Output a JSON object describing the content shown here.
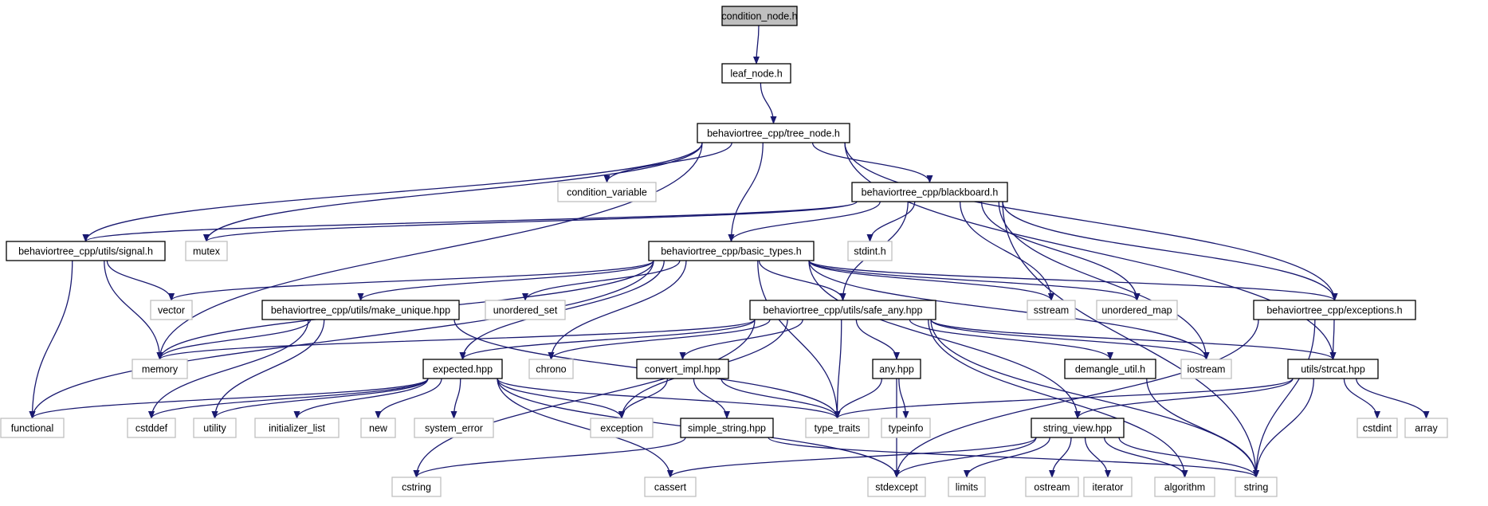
{
  "colors": {
    "edge": "#191970",
    "root_fill": "#bfbfbf",
    "project_border": "#000000",
    "external_border": "#bfbfbf",
    "external_text": "#404040"
  },
  "nodes": {
    "condition_node_h": {
      "label": "condition_node.h",
      "kind": "root"
    },
    "leaf_node_h": {
      "label": "leaf_node.h",
      "kind": "project"
    },
    "tree_node_h": {
      "label": "behaviortree_cpp/tree_node.h",
      "kind": "project"
    },
    "condition_variable": {
      "label": "condition_variable",
      "kind": "external"
    },
    "blackboard_h": {
      "label": "behaviortree_cpp/blackboard.h",
      "kind": "project"
    },
    "signal_h": {
      "label": "behaviortree_cpp/utils/signal.h",
      "kind": "project"
    },
    "mutex": {
      "label": "mutex",
      "kind": "external"
    },
    "basic_types_h": {
      "label": "behaviortree_cpp/basic_types.h",
      "kind": "project"
    },
    "stdint_h": {
      "label": "stdint.h",
      "kind": "external"
    },
    "vector": {
      "label": "vector",
      "kind": "external"
    },
    "make_unique_hpp": {
      "label": "behaviortree_cpp/utils/make_unique.hpp",
      "kind": "project"
    },
    "unordered_set": {
      "label": "unordered_set",
      "kind": "external"
    },
    "safe_any_hpp": {
      "label": "behaviortree_cpp/utils/safe_any.hpp",
      "kind": "project"
    },
    "sstream": {
      "label": "sstream",
      "kind": "external"
    },
    "unordered_map": {
      "label": "unordered_map",
      "kind": "external"
    },
    "exceptions_h": {
      "label": "behaviortree_cpp/exceptions.h",
      "kind": "project"
    },
    "memory": {
      "label": "memory",
      "kind": "external"
    },
    "expected_hpp": {
      "label": "expected.hpp",
      "kind": "project"
    },
    "chrono": {
      "label": "chrono",
      "kind": "external"
    },
    "convert_impl_hpp": {
      "label": "convert_impl.hpp",
      "kind": "project"
    },
    "any_hpp": {
      "label": "any.hpp",
      "kind": "project"
    },
    "demangle_util_h": {
      "label": "demangle_util.h",
      "kind": "project"
    },
    "iostream": {
      "label": "iostream",
      "kind": "external"
    },
    "strcat_hpp": {
      "label": "utils/strcat.hpp",
      "kind": "project"
    },
    "functional": {
      "label": "functional",
      "kind": "external"
    },
    "cstddef": {
      "label": "cstddef",
      "kind": "external"
    },
    "utility": {
      "label": "utility",
      "kind": "external"
    },
    "initializer_list": {
      "label": "initializer_list",
      "kind": "external"
    },
    "new": {
      "label": "new",
      "kind": "external"
    },
    "system_error": {
      "label": "system_error",
      "kind": "external"
    },
    "exception": {
      "label": "exception",
      "kind": "external"
    },
    "simple_string_hpp": {
      "label": "simple_string.hpp",
      "kind": "project"
    },
    "type_traits": {
      "label": "type_traits",
      "kind": "external"
    },
    "typeinfo": {
      "label": "typeinfo",
      "kind": "external"
    },
    "string_view_hpp": {
      "label": "string_view.hpp",
      "kind": "project"
    },
    "cstdint": {
      "label": "cstdint",
      "kind": "external"
    },
    "array": {
      "label": "array",
      "kind": "external"
    },
    "cstring": {
      "label": "cstring",
      "kind": "external"
    },
    "cassert": {
      "label": "cassert",
      "kind": "external"
    },
    "stdexcept": {
      "label": "stdexcept",
      "kind": "external"
    },
    "limits": {
      "label": "limits",
      "kind": "external"
    },
    "ostream": {
      "label": "ostream",
      "kind": "external"
    },
    "iterator": {
      "label": "iterator",
      "kind": "external"
    },
    "algorithm": {
      "label": "algorithm",
      "kind": "external"
    },
    "string": {
      "label": "string",
      "kind": "external"
    }
  },
  "edges": [
    [
      "condition_node_h",
      "leaf_node_h"
    ],
    [
      "leaf_node_h",
      "tree_node_h"
    ],
    [
      "tree_node_h",
      "condition_variable"
    ],
    [
      "tree_node_h",
      "blackboard_h"
    ],
    [
      "tree_node_h",
      "signal_h"
    ],
    [
      "tree_node_h",
      "mutex"
    ],
    [
      "tree_node_h",
      "memory"
    ],
    [
      "tree_node_h",
      "basic_types_h"
    ],
    [
      "tree_node_h",
      "exceptions_h"
    ],
    [
      "tree_node_h",
      "strcat_hpp"
    ],
    [
      "blackboard_h",
      "signal_h"
    ],
    [
      "blackboard_h",
      "mutex"
    ],
    [
      "blackboard_h",
      "basic_types_h"
    ],
    [
      "blackboard_h",
      "stdint_h"
    ],
    [
      "blackboard_h",
      "safe_any_hpp"
    ],
    [
      "blackboard_h",
      "sstream"
    ],
    [
      "blackboard_h",
      "unordered_map"
    ],
    [
      "blackboard_h",
      "exceptions_h"
    ],
    [
      "blackboard_h",
      "iostream"
    ],
    [
      "blackboard_h",
      "string"
    ],
    [
      "signal_h",
      "vector"
    ],
    [
      "signal_h",
      "memory"
    ],
    [
      "signal_h",
      "functional"
    ],
    [
      "basic_types_h",
      "vector"
    ],
    [
      "basic_types_h",
      "functional"
    ],
    [
      "basic_types_h",
      "make_unique_hpp"
    ],
    [
      "basic_types_h",
      "unordered_set"
    ],
    [
      "basic_types_h",
      "safe_any_hpp"
    ],
    [
      "basic_types_h",
      "sstream"
    ],
    [
      "basic_types_h",
      "unordered_map"
    ],
    [
      "basic_types_h",
      "exceptions_h"
    ],
    [
      "basic_types_h",
      "memory"
    ],
    [
      "basic_types_h",
      "expected_hpp"
    ],
    [
      "basic_types_h",
      "chrono"
    ],
    [
      "basic_types_h",
      "iostream"
    ],
    [
      "basic_types_h",
      "type_traits"
    ],
    [
      "basic_types_h",
      "string_view_hpp"
    ],
    [
      "make_unique_hpp",
      "memory"
    ],
    [
      "make_unique_hpp",
      "cstddef"
    ],
    [
      "make_unique_hpp",
      "utility"
    ],
    [
      "make_unique_hpp",
      "type_traits"
    ],
    [
      "safe_any_hpp",
      "memory"
    ],
    [
      "safe_any_hpp",
      "expected_hpp"
    ],
    [
      "safe_any_hpp",
      "chrono"
    ],
    [
      "safe_any_hpp",
      "convert_impl_hpp"
    ],
    [
      "safe_any_hpp",
      "exception"
    ],
    [
      "safe_any_hpp",
      "type_traits"
    ],
    [
      "safe_any_hpp",
      "any_hpp"
    ],
    [
      "safe_any_hpp",
      "demangle_util_h"
    ],
    [
      "safe_any_hpp",
      "iostream"
    ],
    [
      "safe_any_hpp",
      "strcat_hpp"
    ],
    [
      "safe_any_hpp",
      "string"
    ],
    [
      "safe_any_hpp",
      "algorithm"
    ],
    [
      "safe_any_hpp",
      "cstring"
    ],
    [
      "exceptions_h",
      "strcat_hpp"
    ],
    [
      "exceptions_h",
      "stdexcept"
    ],
    [
      "exceptions_h",
      "string"
    ],
    [
      "expected_hpp",
      "functional"
    ],
    [
      "expected_hpp",
      "cstddef"
    ],
    [
      "expected_hpp",
      "utility"
    ],
    [
      "expected_hpp",
      "initializer_list"
    ],
    [
      "expected_hpp",
      "new"
    ],
    [
      "expected_hpp",
      "system_error"
    ],
    [
      "expected_hpp",
      "exception"
    ],
    [
      "expected_hpp",
      "type_traits"
    ],
    [
      "expected_hpp",
      "cassert"
    ],
    [
      "expected_hpp",
      "stdexcept"
    ],
    [
      "convert_impl_hpp",
      "exception"
    ],
    [
      "convert_impl_hpp",
      "simple_string_hpp"
    ],
    [
      "convert_impl_hpp",
      "type_traits"
    ],
    [
      "any_hpp",
      "type_traits"
    ],
    [
      "any_hpp",
      "typeinfo"
    ],
    [
      "any_hpp",
      "stdexcept"
    ],
    [
      "demangle_util_h",
      "string"
    ],
    [
      "strcat_hpp",
      "type_traits"
    ],
    [
      "strcat_hpp",
      "string_view_hpp"
    ],
    [
      "strcat_hpp",
      "cstdint"
    ],
    [
      "strcat_hpp",
      "array"
    ],
    [
      "strcat_hpp",
      "string"
    ],
    [
      "simple_string_hpp",
      "cstring"
    ],
    [
      "simple_string_hpp",
      "string"
    ],
    [
      "string_view_hpp",
      "cassert"
    ],
    [
      "string_view_hpp",
      "stdexcept"
    ],
    [
      "string_view_hpp",
      "limits"
    ],
    [
      "string_view_hpp",
      "ostream"
    ],
    [
      "string_view_hpp",
      "iterator"
    ],
    [
      "string_view_hpp",
      "algorithm"
    ],
    [
      "string_view_hpp",
      "string"
    ]
  ]
}
